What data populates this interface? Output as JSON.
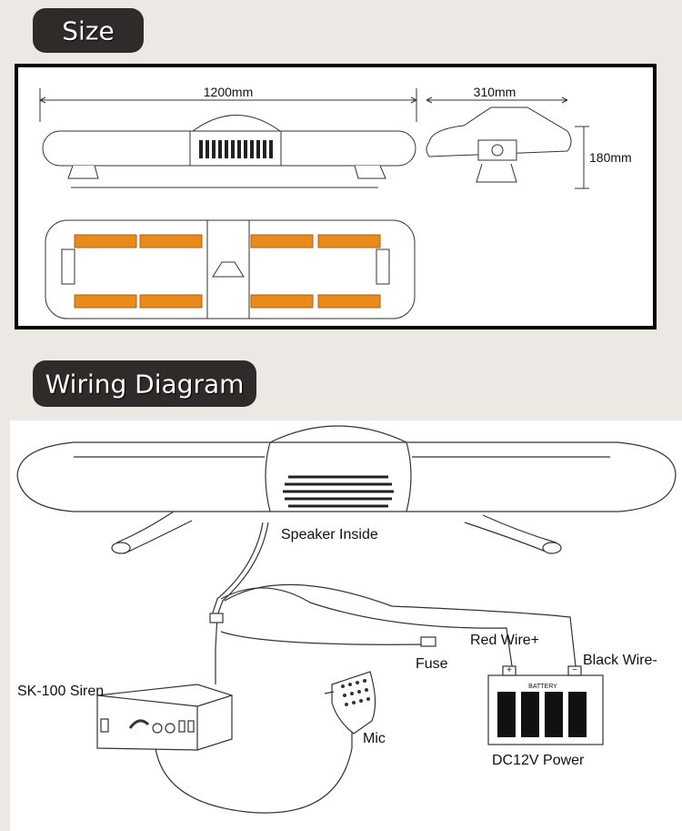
{
  "headings": {
    "size": "Size",
    "wiring": "Wiring Diagram"
  },
  "dimensions": {
    "length": "1200mm",
    "width": "310mm",
    "height": "180mm"
  },
  "wiring": {
    "speaker": "Speaker Inside",
    "siren": "SK-100 Siren",
    "fuse": "Fuse",
    "red_wire": "Red Wire+",
    "black_wire": "Black Wire-",
    "mic": "Mic",
    "power": "DC12V Power",
    "battery": "BATTERY",
    "plus": "+",
    "minus": "−"
  },
  "colors": {
    "heading_bg": "#2f2b29",
    "amber": "#e88a1c",
    "background": "#ece8e4"
  }
}
